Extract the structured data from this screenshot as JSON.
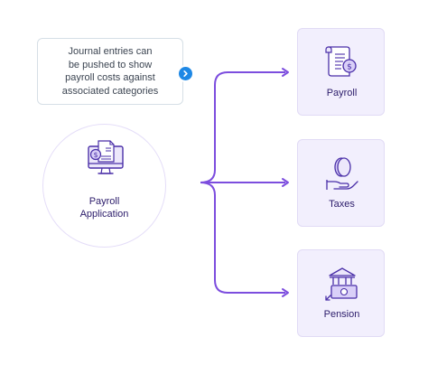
{
  "note": {
    "text": "Journal entries can\nbe pushed to show\npayroll costs against\nassociated categories",
    "arrow_icon": "chevron-right-icon"
  },
  "source": {
    "label_line1": "Payroll",
    "label_line2": "Application",
    "icon": "payroll-computer-icon"
  },
  "targets": [
    {
      "label": "Payroll",
      "icon": "payslip-document-icon"
    },
    {
      "label": "Taxes",
      "icon": "coin-hand-icon"
    },
    {
      "label": "Pension",
      "icon": "bank-money-icon"
    }
  ],
  "colors": {
    "connector": "#7c4dde",
    "box_fill": "#f2effd",
    "icon_stroke": "#4a2fa8",
    "note_badge": "#1e88e5"
  }
}
